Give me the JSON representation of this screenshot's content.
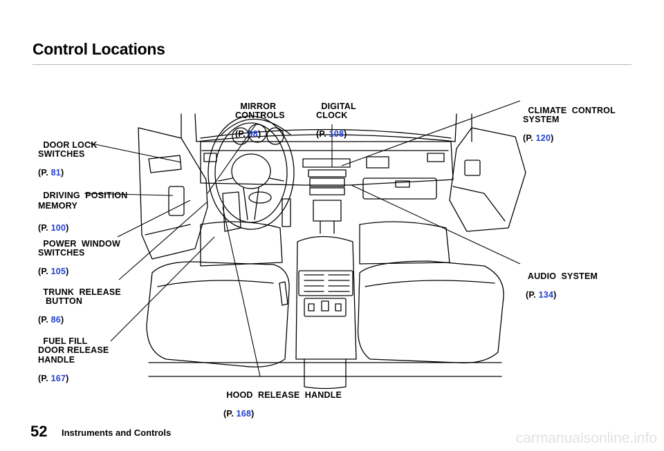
{
  "header": {
    "title": "Control Locations"
  },
  "callouts": [
    {
      "id": "mirror",
      "lines": "MIRROR\nCONTROLS",
      "ref_prefix": "(P. ",
      "page": "98",
      "ref_suffix": ")"
    },
    {
      "id": "clock",
      "lines": "DIGITAL\nCLOCK",
      "ref_prefix": "(P. ",
      "page": "108",
      "ref_suffix": ")"
    },
    {
      "id": "climate",
      "lines": "CLIMATE  CONTROL\nSYSTEM",
      "ref_prefix": "(P. ",
      "page": "120",
      "ref_suffix": ")"
    },
    {
      "id": "doorlock",
      "lines": "DOOR LOCK\nSWITCHES",
      "ref_prefix": "(P. ",
      "page": "81",
      "ref_suffix": ")"
    },
    {
      "id": "driving",
      "lines": "DRIVING  POSITION\nMEMORY",
      "ref_prefix": "(P. ",
      "page": "100",
      "ref_suffix": ")"
    },
    {
      "id": "window",
      "lines": "POWER  WINDOW\nSWITCHES",
      "ref_prefix": "(P. ",
      "page": "105",
      "ref_suffix": ")"
    },
    {
      "id": "trunk",
      "lines": "TRUNK  RELEASE\n   BUTTON",
      "ref_prefix": "(P. ",
      "page": "86",
      "ref_suffix": ")"
    },
    {
      "id": "fuel",
      "lines": "FUEL FILL\nDOOR RELEASE\nHANDLE",
      "ref_prefix": "(P. ",
      "page": "167",
      "ref_suffix": ")"
    },
    {
      "id": "audio",
      "lines": "AUDIO  SYSTEM",
      "ref_prefix": "(P. ",
      "page": "134",
      "ref_suffix": ")"
    },
    {
      "id": "hood",
      "lines": "HOOD  RELEASE  HANDLE",
      "ref_prefix": "(P. ",
      "page": "168",
      "ref_suffix": ")"
    }
  ],
  "footer": {
    "page_number": "52",
    "section": "Instruments and Controls"
  },
  "watermark": "carmanualsonline.info",
  "colors": {
    "link": "#1f3fd1",
    "text": "#000000",
    "rule": "#b8b8b8"
  }
}
